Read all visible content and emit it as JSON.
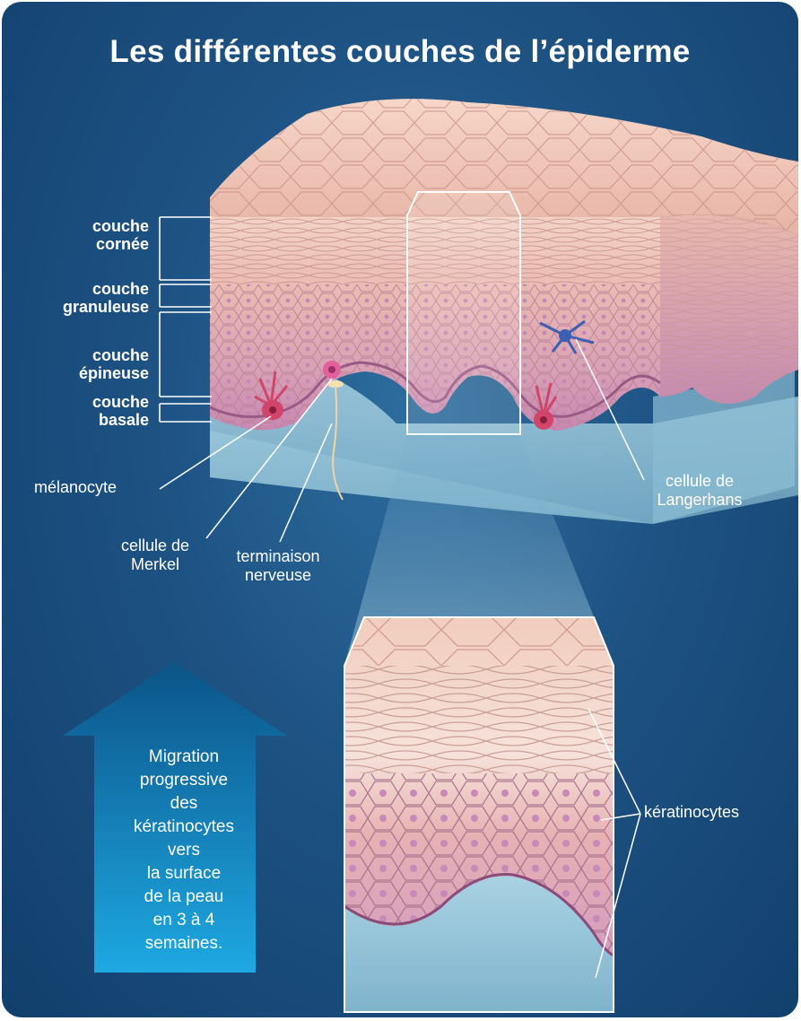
{
  "title": "Les différentes couches de l’épiderme",
  "layers": {
    "cornee": [
      "couche",
      "cornée"
    ],
    "granuleuse": [
      "couche",
      "granuleuse"
    ],
    "epineuse": [
      "couche",
      "épineuse"
    ],
    "basale": [
      "couche",
      "basale"
    ]
  },
  "labels": {
    "melanocyte": "mélanocyte",
    "merkel": [
      "cellule de",
      "Merkel"
    ],
    "terminaison": [
      "terminaison",
      "nerveuse"
    ],
    "langerhans": [
      "cellule de",
      "Langerhans"
    ],
    "keratinocytes": "kératinocytes"
  },
  "arrow_text": [
    "Migration",
    "progressive",
    "des",
    "kératinocytes",
    "vers",
    "la surface",
    "de la peau",
    "en 3 à 4",
    "semaines."
  ],
  "colors": {
    "background": "#1d5283",
    "skin_surface": "#eec4b4",
    "cells": "#d9a0b0",
    "basal_cells": "#c286b0",
    "dermis": "#9fc9dd",
    "arrow_top": "#0b5d96",
    "arrow_bottom": "#1aa2df",
    "text": "#ffffff"
  }
}
